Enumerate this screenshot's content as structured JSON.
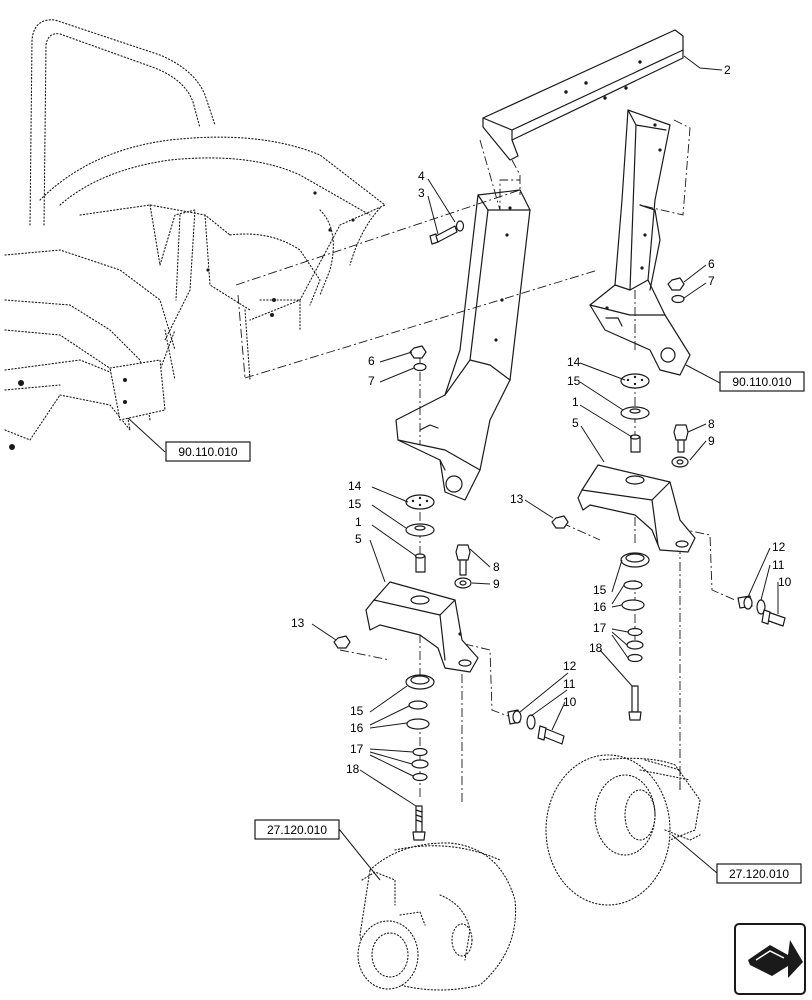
{
  "callouts": {
    "c1a": "1",
    "c1b": "1",
    "c2": "2",
    "c3": "3",
    "c4": "4",
    "c5a": "5",
    "c5b": "5",
    "c6a": "6",
    "c6b": "6",
    "c7a": "7",
    "c7b": "7",
    "c8a": "8",
    "c8b": "8",
    "c9a": "9",
    "c9b": "9",
    "c10a": "10",
    "c10b": "10",
    "c11a": "11",
    "c11b": "11",
    "c12a": "12",
    "c12b": "12",
    "c13a": "13",
    "c13b": "13",
    "c14a": "14",
    "c14b": "14",
    "c15a": "15",
    "c15b": "15",
    "c15c": "15",
    "c15d": "15",
    "c16a": "16",
    "c16b": "16",
    "c17a": "17",
    "c17b": "17",
    "c18a": "18",
    "c18b": "18"
  },
  "references": {
    "ref_left": "90.110.010",
    "ref_right": "90.110.010",
    "ref_axle_left": "27.120.010",
    "ref_axle_right": "27.120.010"
  },
  "nav_icon": "next-page-arrow-icon"
}
